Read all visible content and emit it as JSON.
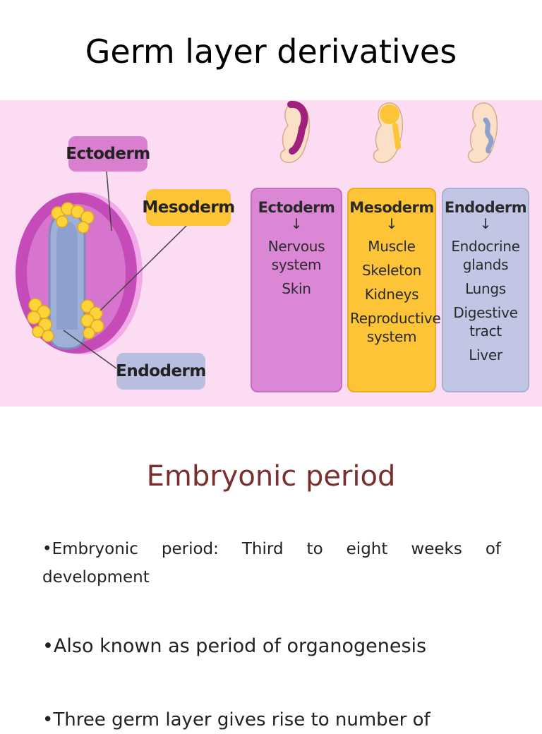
{
  "slide_title": "Germ layer derivatives",
  "diagram": {
    "labels": {
      "ectoderm": "Ectoderm",
      "mesoderm": "Mesoderm",
      "endoderm": "Endoderm"
    },
    "columns": [
      {
        "header": "Ectoderm",
        "arrow": "↓",
        "items": [
          "Nervous system",
          "Skin"
        ],
        "color": "#dc86d6"
      },
      {
        "header": "Mesoderm",
        "arrow": "↓",
        "items": [
          "Muscle",
          "Skeleton",
          "Kidneys",
          "Reproductive system"
        ],
        "color": "#fcc436"
      },
      {
        "header": "Endoderm",
        "arrow": "↓",
        "items": [
          "Endocrine glands",
          "Lungs",
          "Digestive tract",
          "Liver"
        ],
        "color": "#c1c6e4"
      }
    ],
    "colors": {
      "background": "#fbdcf3",
      "ectoderm": "#d97fcf",
      "mesoderm": "#fcc436",
      "endoderm": "#b7bedf"
    }
  },
  "section": {
    "title": "Embryonic period",
    "bullets": [
      "•Embryonic period: Third to eight weeks of development",
      "•Also known as period of organogenesis",
      "•Three germ layer gives rise to number of"
    ]
  }
}
